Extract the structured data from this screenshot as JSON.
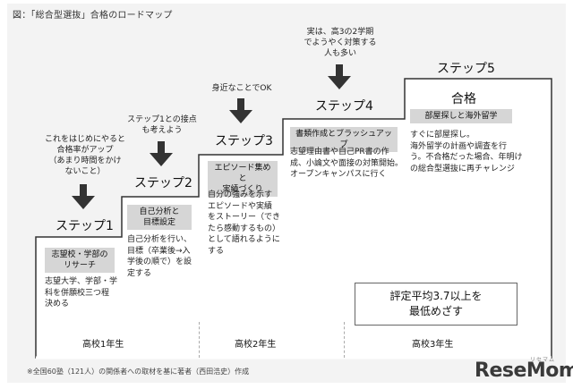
{
  "header": {
    "title": "図：「総合型選抜」合格のロードマップ"
  },
  "steps": [
    {
      "label": "ステップ1",
      "note": [
        "これをはじめにやると",
        "合格率がアップ",
        "（あまり時間をかけ",
        "ないこと）"
      ],
      "tag": [
        "志望校・学部の",
        "リサーチ"
      ],
      "desc": [
        "志望大学、学部・学",
        "科を併願校三つ程",
        "決める"
      ]
    },
    {
      "label": "ステップ2",
      "note": [
        "ステップ1との接点",
        "も考えよう"
      ],
      "tag": [
        "自己分析と",
        "目標設定"
      ],
      "desc": [
        "自己分析を行い、",
        "目標（卒業後→入",
        "学後の順で）を設",
        "定する"
      ]
    },
    {
      "label": "ステップ3",
      "note": [
        "身近なことでOK"
      ],
      "tag": [
        "エピソード集めと",
        "実績づくり"
      ],
      "desc": [
        "自分の強みを示す",
        "エピソードや実績",
        "をストーリー（でき",
        "たら感動するもの）",
        "として語れるように",
        "する"
      ]
    },
    {
      "label": "ステップ4",
      "note": [
        "実は、高3の2学期",
        "でようやく対策する",
        "人も多い"
      ],
      "tag": [
        "書類作成とブラッシュアップ"
      ],
      "desc": [
        "志望理由書や自己PR書の作",
        "成、小論文や面接の対策開始。",
        "オープンキャンパスに行く"
      ]
    },
    {
      "label": "ステップ5",
      "goal": "合格",
      "tag": [
        "部屋探しと海外留学"
      ],
      "desc": [
        "すぐに部屋探し。",
        "海外留学の計画や調査を行",
        "う。不合格だった場合、年明け",
        "の総合型選抜に再チャレンジ"
      ]
    }
  ],
  "callout": [
    "評定平均3.7以上を",
    "最低めざす"
  ],
  "grades": [
    "高校1年生",
    "高校2年生",
    "高校3年生"
  ],
  "footnote": "※全国60塾（121人）の関係者への取材を基に著者（西田浩史）作成",
  "logo": {
    "text": "ReseMom",
    "sub": "リセマム"
  }
}
